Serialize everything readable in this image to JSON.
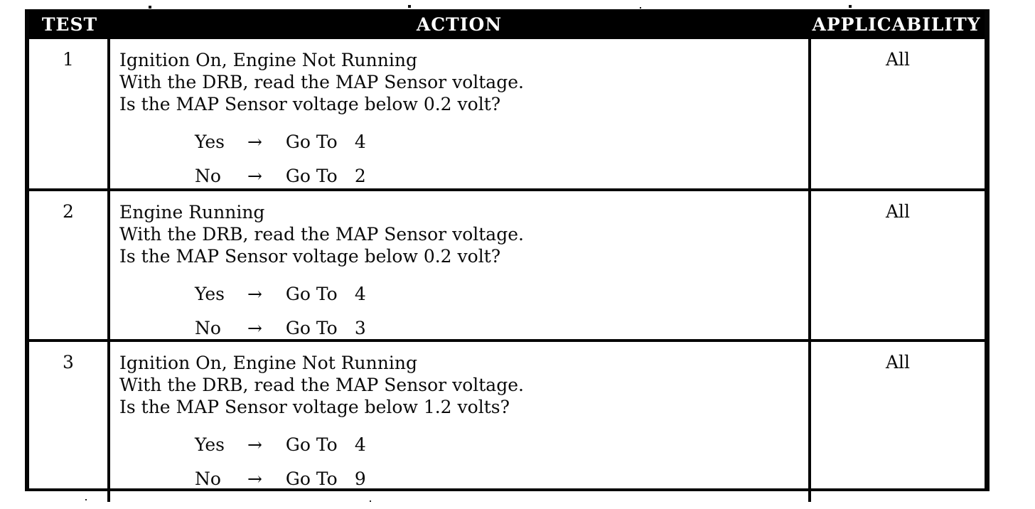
{
  "colors": {
    "paper": "#ffffff",
    "ink": "#0a0a0a",
    "header_bg": "#000000",
    "header_text": "#ffffff"
  },
  "table": {
    "headers": [
      "TEST",
      "ACTION",
      "APPLICABILITY"
    ],
    "rows": [
      {
        "test": "1",
        "action_lines": [
          "Ignition On, Engine Not Running",
          "With the DRB, read the MAP Sensor voltage.",
          "Is the MAP Sensor voltage below 0.2 volt?"
        ],
        "branches": [
          {
            "answer": "Yes",
            "arrow": "→",
            "go_to": "Go To",
            "target": "4"
          },
          {
            "answer": "No",
            "arrow": "→",
            "go_to": "Go To",
            "target": "2"
          }
        ],
        "applicability": "All"
      },
      {
        "test": "2",
        "action_lines": [
          "Engine Running",
          "With the DRB, read the MAP Sensor voltage.",
          "Is the MAP Sensor voltage below 0.2 volt?"
        ],
        "branches": [
          {
            "answer": "Yes",
            "arrow": "→",
            "go_to": "Go To",
            "target": "4"
          },
          {
            "answer": "No",
            "arrow": "→",
            "go_to": "Go To",
            "target": "3"
          }
        ],
        "applicability": "All"
      },
      {
        "test": "3",
        "action_lines": [
          "Ignition On, Engine Not Running",
          "With the DRB, read the MAP Sensor voltage.",
          "Is the MAP Sensor voltage below 1.2 volts?"
        ],
        "branches": [
          {
            "answer": "Yes",
            "arrow": "→",
            "go_to": "Go To",
            "target": "4"
          },
          {
            "answer": "No",
            "arrow": "→",
            "go_to": "Go To",
            "target": "9"
          }
        ],
        "applicability": "All"
      }
    ]
  }
}
